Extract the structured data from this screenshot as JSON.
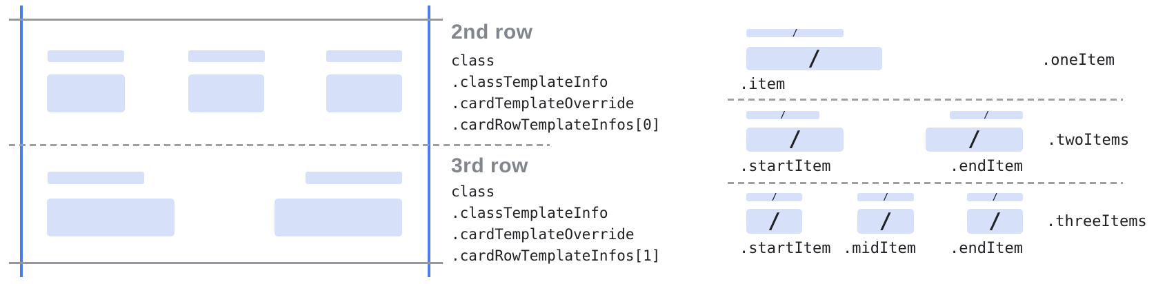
{
  "colors": {
    "field_fill": "#d6e1f9",
    "accent_line": "#4a7de8",
    "frame_line": "#95989b",
    "dashed_line": "#9aa0a6",
    "heading_ink": "#80868b",
    "text_ink": "#202124"
  },
  "slash_glyph": "/",
  "annotations": {
    "row2": {
      "title": "2nd row",
      "lines": [
        "class",
        ".classTemplateInfo",
        ".cardTemplateOverride",
        ".cardRowTemplateInfos[0]"
      ]
    },
    "row3": {
      "title": "3rd row",
      "lines": [
        "class",
        ".classTemplateInfo",
        ".cardTemplateOverride",
        ".cardRowTemplateInfos[1]"
      ]
    }
  },
  "templates": {
    "sections": [
      {
        "name": ".oneItem",
        "items": [
          ".item"
        ]
      },
      {
        "name": ".twoItems",
        "items": [
          ".startItem",
          ".endItem"
        ]
      },
      {
        "name": ".threeItems",
        "items": [
          ".startItem",
          ".midItem",
          ".endItem"
        ]
      }
    ]
  }
}
